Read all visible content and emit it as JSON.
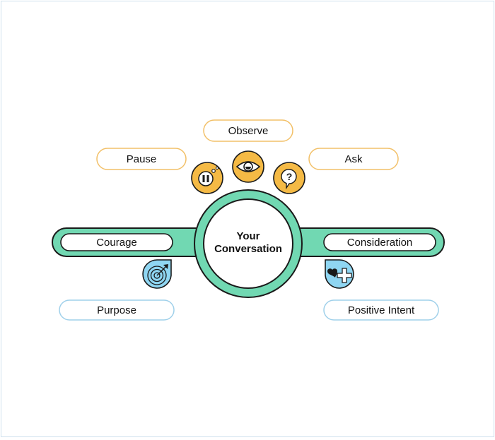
{
  "center": {
    "line1": "Your",
    "line2": "Conversation"
  },
  "bar": {
    "left_label": "Courage",
    "right_label": "Consideration"
  },
  "top_labels": {
    "pause": "Pause",
    "observe": "Observe",
    "ask": "Ask"
  },
  "bottom_labels": {
    "purpose": "Purpose",
    "positive_intent": "Positive Intent"
  },
  "icons": {
    "pause": "pause-icon",
    "observe": "eye-icon",
    "ask": "question-bubble-icon",
    "purpose": "target-icon",
    "positive_intent": "heart-plus-icon"
  },
  "colors": {
    "teal": "#71d8b2",
    "orange": "#f5ba45",
    "orange_border": "#f2c068",
    "blue": "#8fd6f2",
    "blue_border": "#9fd0ea",
    "outline": "#1a1a1a"
  }
}
